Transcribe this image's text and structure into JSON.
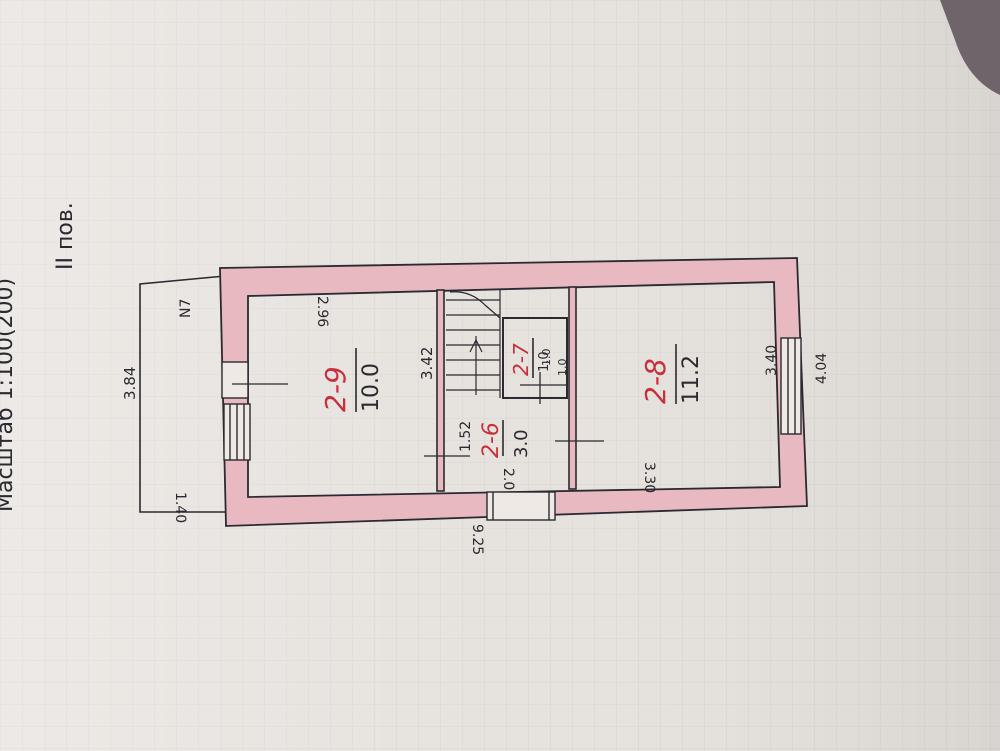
{
  "sheet": {
    "floor_label": "II пов.",
    "top_fragment": "Масштаб 1:100(200)"
  },
  "rooms": [
    {
      "id": "2-9",
      "area": "10.0"
    },
    {
      "id": "2-6",
      "area": "3.0"
    },
    {
      "id": "2-7",
      "area": "1.0"
    },
    {
      "id": "2-8",
      "area": "11.2"
    }
  ],
  "dimensions": {
    "balcony_length": "3.84",
    "balcony_width": "1.40",
    "balcony_mark": "N7",
    "room_2_9_width": "3.42",
    "room_2_9_depth": "2.96",
    "corridor_width": "1.52",
    "corridor_depth": "2.0",
    "room_2_7_w": "1.0",
    "room_2_7_d": "1.0",
    "room_2_8_width": "3.40",
    "room_2_8_depth": "3.30",
    "overall_length": "4.04",
    "overall_width": "9.25"
  },
  "colors": {
    "paper": "#e4e0dc",
    "wall_fill": "#e8b9c1",
    "ink": "#2a2a30",
    "red_ink": "#c8303a"
  }
}
